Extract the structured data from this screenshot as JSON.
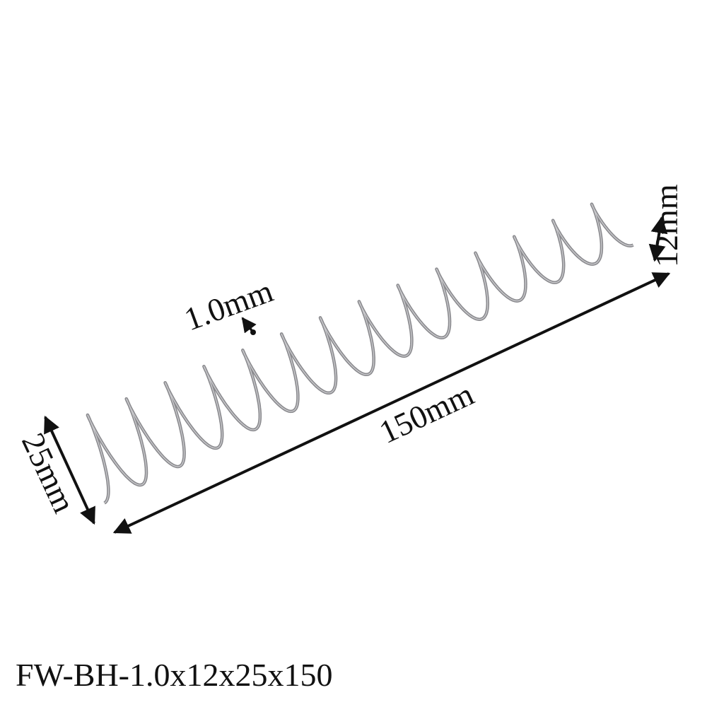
{
  "dimensions": {
    "wire_diameter": "1.0mm",
    "length": "150mm",
    "width_small": "12mm",
    "width_large": "25mm"
  },
  "caption": {
    "model": "FW-BH-1.0x12x25x150"
  },
  "colors": {
    "wire": "#8a8a8e",
    "wire_highlight": "#c9c9cc",
    "annotation": "#111111",
    "background": "#ffffff"
  }
}
